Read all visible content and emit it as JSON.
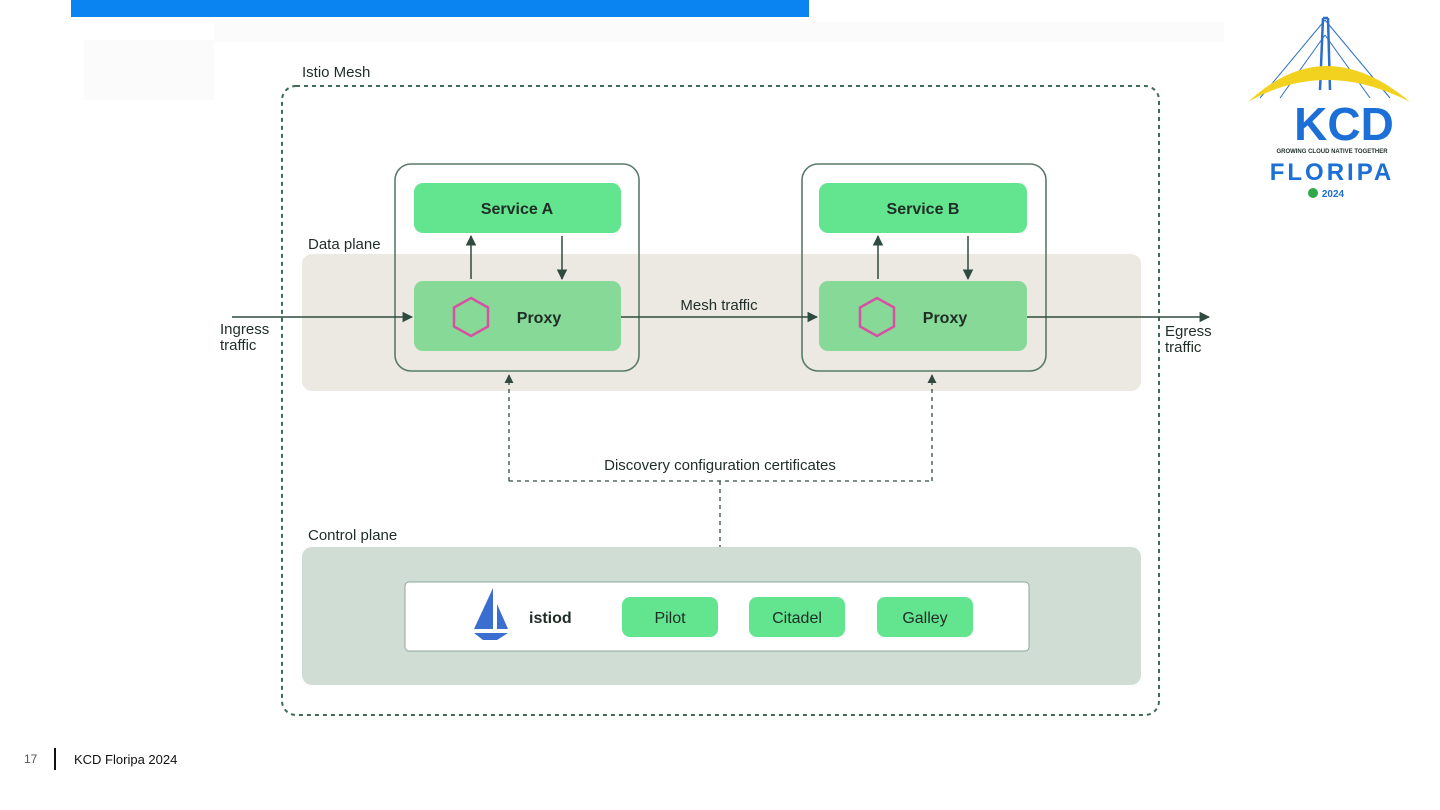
{
  "diagram": {
    "mesh_label": "Istio Mesh",
    "data_plane_label": "Data plane",
    "control_plane_label": "Control plane",
    "service_a": "Service A",
    "service_b": "Service B",
    "proxy_a": "Proxy",
    "proxy_b": "Proxy",
    "mesh_traffic": "Mesh traffic",
    "ingress_line1": "Ingress",
    "ingress_line2": "traffic",
    "egress_line1": "Egress",
    "egress_line2": "traffic",
    "discovery": "Discovery configuration certificates",
    "istiod": "istiod",
    "components": [
      "Pilot",
      "Citadel",
      "Galley"
    ]
  },
  "footer": {
    "page_number": "17",
    "title": "KCD Floripa 2024"
  },
  "logo": {
    "brand": "KCD",
    "tagline": "GROWING CLOUD NATIVE TOGETHER",
    "city": "FLORIPA",
    "year": "2024"
  },
  "colors": {
    "accent_bar": "#0a84f0",
    "service_green": "#62e58e",
    "proxy_green": "#86d996",
    "data_plane_bg": "#ece8e2",
    "control_plane_bg": "#cfddd5",
    "hexagon": "#d94fa3",
    "line": "#2f4b3f",
    "logo_blue": "#1c6fd6",
    "logo_yellow": "#f2d21f"
  }
}
